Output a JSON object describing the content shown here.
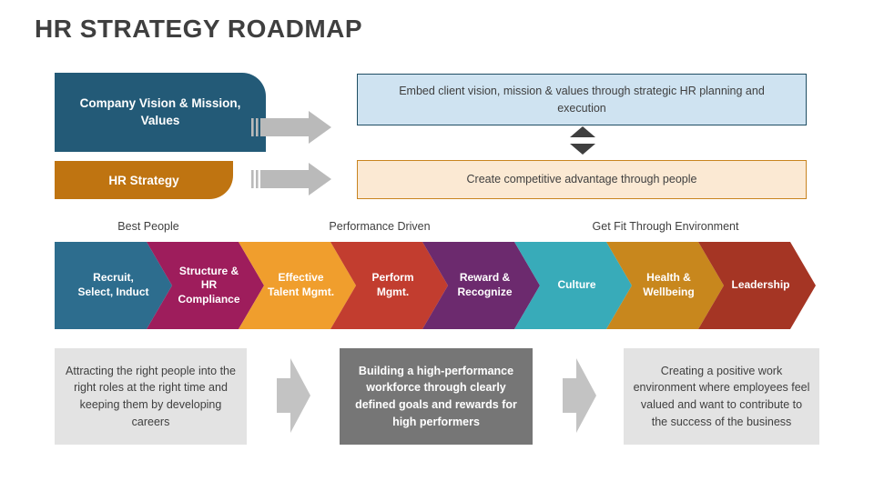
{
  "slide": {
    "title": "HR STRATEGY ROADMAP"
  },
  "colors": {
    "title_text": "#3f3f3f",
    "striped_arrow_gray": "#bababa",
    "forward_arrow_gray": "#c3c3c3",
    "updown_arrow_dark": "#3f3f3f",
    "vision_box_bg": "#235a77",
    "strategy_box_bg": "#bf7411",
    "embed_box_fill": "#cfe3f1",
    "embed_box_border": "#1f4e63",
    "create_box_fill": "#fbe9d3",
    "create_box_border": "#c8841f",
    "outcome_light_bg": "#e3e3e3",
    "outcome_dark_bg": "#767676"
  },
  "flow": {
    "sources": [
      {
        "label": "Company Vision & Mission, Values"
      },
      {
        "label": "HR Strategy"
      }
    ],
    "results": [
      {
        "text": "Embed client vision, mission & values through strategic HR planning and execution"
      },
      {
        "text": "Create competitive advantage through people"
      }
    ]
  },
  "phases": [
    {
      "label": "Best People"
    },
    {
      "label": "Performance Driven"
    },
    {
      "label": "Get Fit Through Environment"
    }
  ],
  "chevrons": [
    {
      "label": "Recruit, Select, Induct",
      "color": "#2d6d8e"
    },
    {
      "label": "Structure & HR Compliance",
      "color": "#9e1d5c"
    },
    {
      "label": "Effective Talent Mgmt.",
      "color": "#f09e2d"
    },
    {
      "label": "Perform Mgmt.",
      "color": "#c23d2f"
    },
    {
      "label": "Reward & Recognize",
      "color": "#6c2a6e"
    },
    {
      "label": "Culture",
      "color": "#38abb9"
    },
    {
      "label": "Health & Wellbeing",
      "color": "#c8871d"
    },
    {
      "label": "Leadership",
      "color": "#a53524"
    }
  ],
  "outcomes": [
    {
      "text": "Attracting the right people into the right roles at the right time and keeping them by developing careers"
    },
    {
      "text": "Building a high-performance workforce through clearly defined goals and rewards for high performers"
    },
    {
      "text": "Creating a positive work environment where employees feel valued and want to contribute to the success of the business"
    }
  ]
}
